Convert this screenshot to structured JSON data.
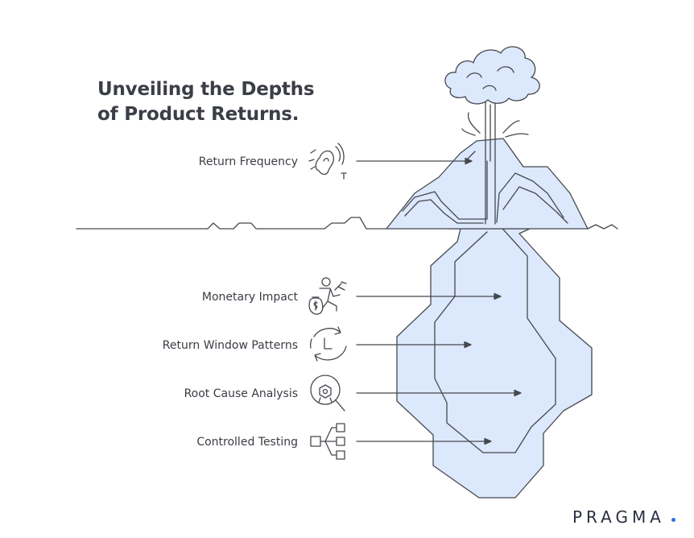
{
  "title": {
    "line1": "Unveiling the Depths",
    "line2": "of Product Returns."
  },
  "labels": [
    {
      "text": "Return Frequency",
      "icon": "ear-hearing-icon"
    },
    {
      "text": "Monetary Impact",
      "icon": "running-money-bag-icon"
    },
    {
      "text": "Return Window Patterns",
      "icon": "clock-cycle-icon"
    },
    {
      "text": "Root Cause Analysis",
      "icon": "magnifier-gear-icon"
    },
    {
      "text": "Controlled Testing",
      "icon": "flow-boxes-icon"
    }
  ],
  "brand": {
    "name": "PRAGMA",
    "dot_color": "#2f6fe0"
  },
  "colors": {
    "ice_fill": "#dce8fb",
    "line": "#45484f",
    "text": "#3a3d45"
  }
}
